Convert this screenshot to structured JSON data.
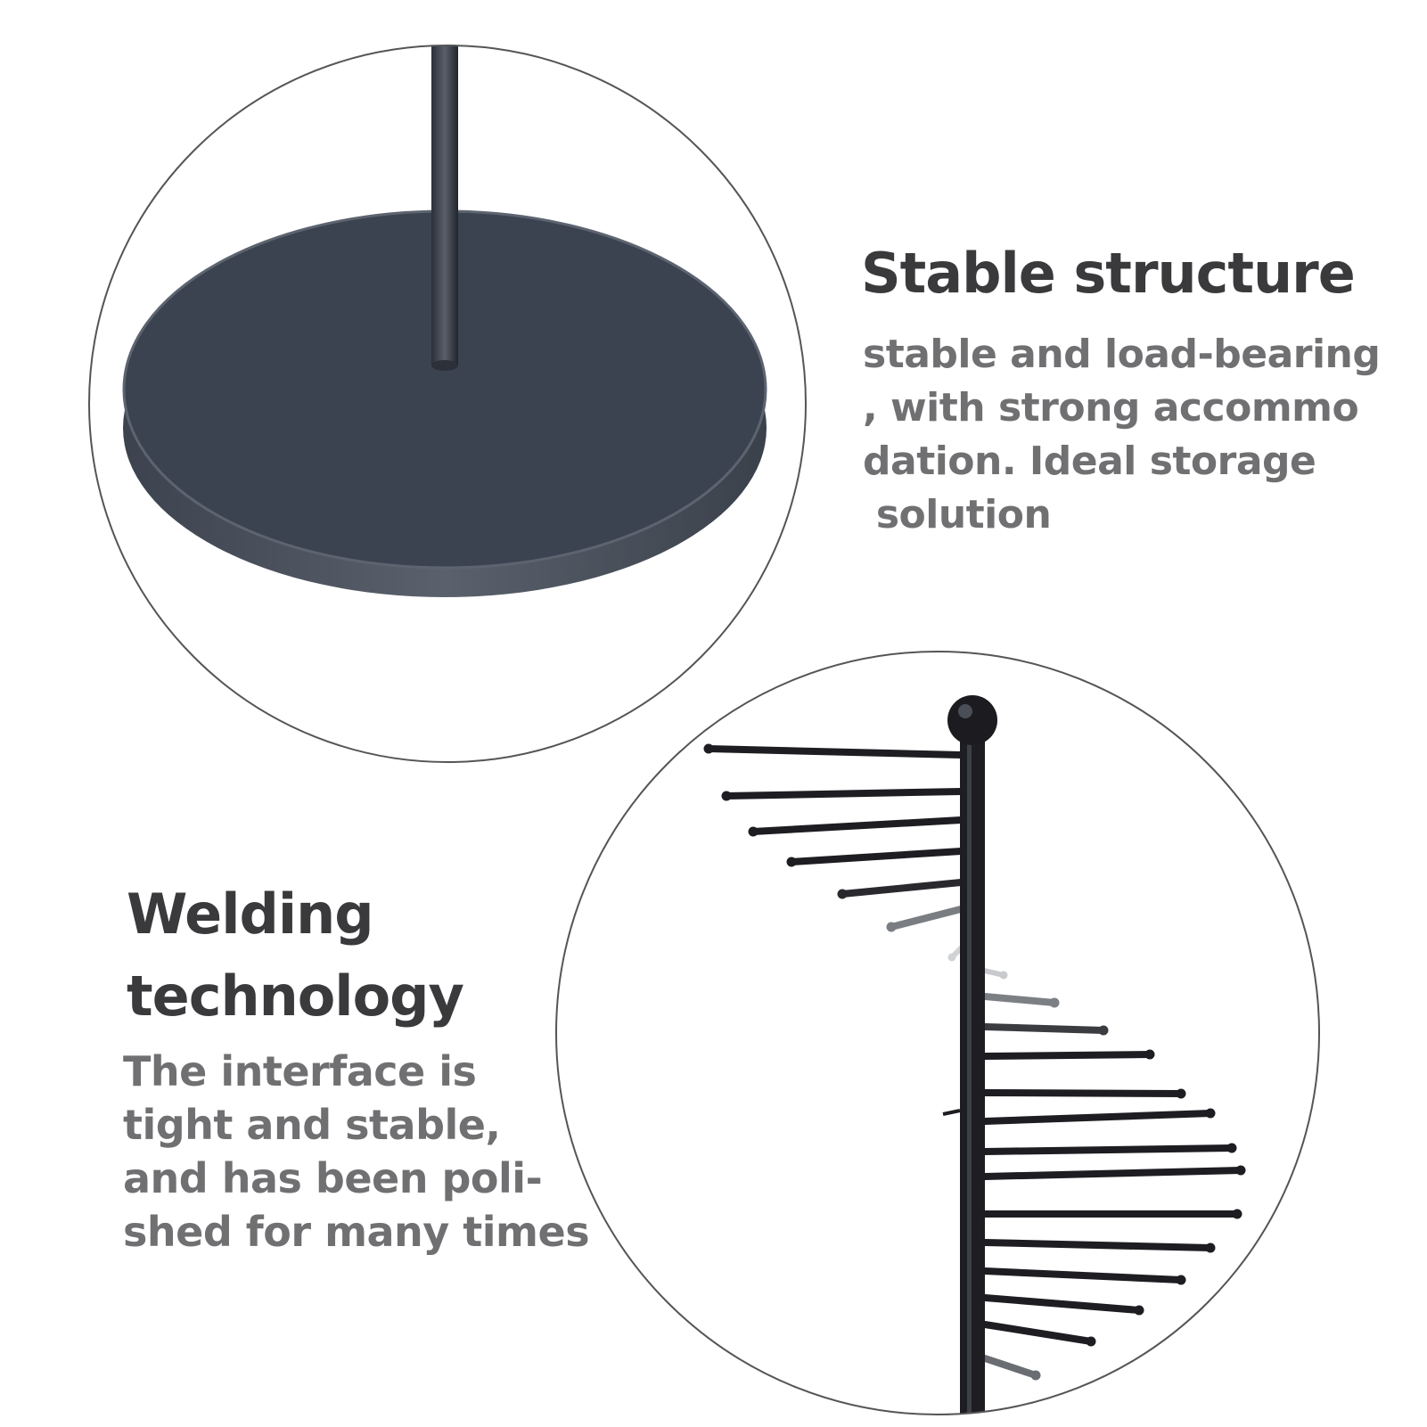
{
  "colors": {
    "base_top": "#3b4351",
    "base_side": "#4a525e",
    "pole": "#1e1e22",
    "circle_border": "#555555",
    "heading": "#3a3a3c",
    "body": "#707072"
  },
  "feature_1": {
    "title": "Stable structure",
    "lines": [
      "stable and load-bearing",
      ", with strong accommo",
      "dation. Ideal storage",
      " solution"
    ]
  },
  "feature_2": {
    "title_lines": [
      "Welding",
      "technology"
    ],
    "lines": [
      "The interface is",
      "tight and stable,",
      "and has been poli-",
      "shed for many times"
    ]
  },
  "icons": {
    "base_photo": "round-base-photo",
    "rack_photo": "spiral-rack-photo"
  }
}
